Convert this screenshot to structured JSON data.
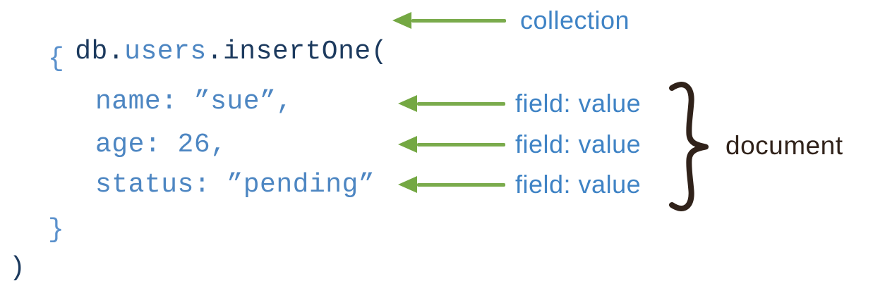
{
  "colors": {
    "code_dark_navy": "#1c3a5e",
    "code_blue": "#4d86c2",
    "code_brace_blue": "#5b91cc",
    "label_blue": "#3f83c5",
    "arrow_green": "#7aab4c",
    "annotation_brown": "#30221a",
    "background": "#ffffff"
  },
  "code": {
    "line1": {
      "db": "db",
      "dot": ".",
      "collection": "users",
      "method": ".insertOne("
    },
    "open_brace": "{",
    "fields": [
      {
        "text": "name: ”sue”,"
      },
      {
        "text": "age: 26,"
      },
      {
        "text": "status: ”pending”"
      }
    ],
    "close_brace": "}",
    "close_paren": ")"
  },
  "labels": {
    "collection": "collection",
    "field_value_1": "field: value",
    "field_value_2": "field: value",
    "field_value_3": "field: value",
    "document": "document"
  }
}
